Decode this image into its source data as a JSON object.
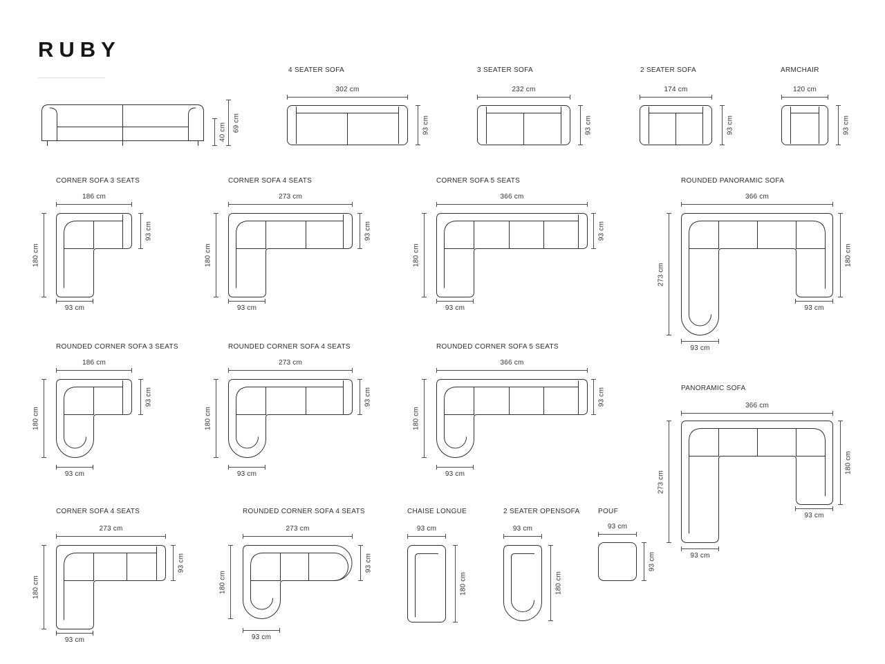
{
  "title": "RUBY",
  "front_view": {
    "total_height": "69 cm",
    "seat_height": "40 cm"
  },
  "products": {
    "seater4": {
      "name": "4 SEATER SOFA",
      "width": "302 cm",
      "depth": "93 cm"
    },
    "seater3": {
      "name": "3 SEATER SOFA",
      "width": "232 cm",
      "depth": "93 cm"
    },
    "seater2": {
      "name": "2 SEATER SOFA",
      "width": "174 cm",
      "depth": "93 cm"
    },
    "armchair": {
      "name": "ARMCHAIR",
      "width": "120 cm",
      "depth": "93 cm"
    },
    "corner3": {
      "name": "CORNER SOFA 3 SEATS",
      "width": "186 cm",
      "depth": "93 cm",
      "side": "180 cm",
      "arm": "93 cm"
    },
    "corner4": {
      "name": "CORNER SOFA 4 SEATS",
      "width": "273 cm",
      "depth": "93 cm",
      "side": "180 cm",
      "arm": "93 cm"
    },
    "corner5": {
      "name": "CORNER SOFA 5 SEATS",
      "width": "366 cm",
      "depth": "93 cm",
      "side": "180 cm",
      "arm": "93 cm"
    },
    "rounded_panoramic": {
      "name": "ROUNDED PANORAMIC SOFA",
      "width": "366 cm",
      "right_side": "180 cm",
      "left_side": "273 cm",
      "right_arm": "93 cm",
      "left_arm": "93 cm"
    },
    "rounded_corner3": {
      "name": "ROUNDED CORNER SOFA 3 SEATS",
      "width": "186 cm",
      "depth": "93 cm",
      "side": "180 cm",
      "arm": "93 cm"
    },
    "rounded_corner4": {
      "name": "ROUNDED CORNER SOFA 4 SEATS",
      "width": "273 cm",
      "depth": "93 cm",
      "side": "180 cm",
      "arm": "93 cm"
    },
    "rounded_corner5": {
      "name": "ROUNDED CORNER SOFA 5 SEATS",
      "width": "366 cm",
      "depth": "93 cm",
      "side": "180 cm",
      "arm": "93 cm"
    },
    "panoramic": {
      "name": "PANORAMIC SOFA",
      "width": "366 cm",
      "right_side": "180 cm",
      "left_side": "273 cm",
      "right_arm": "93 cm",
      "left_arm": "93 cm"
    },
    "corner4_b": {
      "name": "CORNER SOFA 4 SEATS",
      "width": "273 cm",
      "depth": "93 cm",
      "side": "180 cm",
      "arm": "93 cm"
    },
    "rounded_corner4_open": {
      "name": "ROUNDED CORNER SOFA 4 SEATS",
      "width": "273 cm",
      "depth": "93 cm",
      "side": "180 cm",
      "arm": "93 cm"
    },
    "chaise": {
      "name": "CHAISE LONGUE",
      "width": "93 cm",
      "length": "180 cm"
    },
    "opensofa": {
      "name": "2 SEATER OPENSOFA",
      "width": "93 cm",
      "length": "180 cm"
    },
    "pouf": {
      "name": "POUF",
      "width": "93 cm",
      "depth": "93 cm"
    }
  }
}
